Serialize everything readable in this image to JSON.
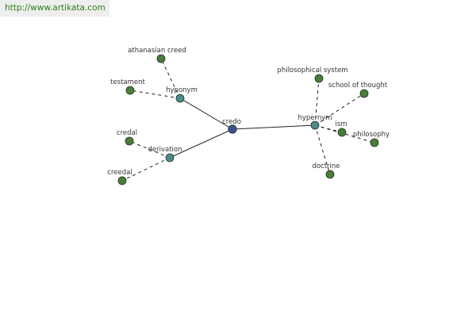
{
  "header": {
    "url": "http://www.artikata.com"
  },
  "colors": {
    "center": "#3f4f8f",
    "relation": "#4d8a8a",
    "leaf": "#4a7d3a",
    "stroke": "#223322",
    "edge": "#222222"
  },
  "graph": {
    "nodes": [
      {
        "id": "credo",
        "label": "credo",
        "kind": "center"
      },
      {
        "id": "hyponym",
        "label": "hyponym",
        "kind": "relation"
      },
      {
        "id": "derivation",
        "label": "derivation",
        "kind": "relation"
      },
      {
        "id": "hypernym",
        "label": "hypernym",
        "kind": "relation"
      },
      {
        "id": "athanasian-creed",
        "label": "athanasian creed",
        "kind": "leaf"
      },
      {
        "id": "testament",
        "label": "testament",
        "kind": "leaf"
      },
      {
        "id": "credal",
        "label": "credal",
        "kind": "leaf"
      },
      {
        "id": "creedal",
        "label": "creedal",
        "kind": "leaf"
      },
      {
        "id": "philosophical-system",
        "label": "philosophical system",
        "kind": "leaf"
      },
      {
        "id": "school-of-thought",
        "label": "school of thought",
        "kind": "leaf"
      },
      {
        "id": "ism",
        "label": "ism",
        "kind": "leaf"
      },
      {
        "id": "philosophy",
        "label": "philosophy",
        "kind": "leaf"
      },
      {
        "id": "doctrine",
        "label": "doctrine",
        "kind": "leaf"
      }
    ],
    "edges": [
      {
        "from": "credo",
        "to": "hyponym",
        "style": "solid"
      },
      {
        "from": "credo",
        "to": "derivation",
        "style": "solid"
      },
      {
        "from": "credo",
        "to": "hypernym",
        "style": "solid"
      },
      {
        "from": "hyponym",
        "to": "athanasian-creed",
        "style": "dashed"
      },
      {
        "from": "hyponym",
        "to": "testament",
        "style": "dashed"
      },
      {
        "from": "derivation",
        "to": "credal",
        "style": "dashed"
      },
      {
        "from": "derivation",
        "to": "creedal",
        "style": "dashed"
      },
      {
        "from": "hypernym",
        "to": "philosophical-system",
        "style": "dashed"
      },
      {
        "from": "hypernym",
        "to": "school-of-thought",
        "style": "dashed"
      },
      {
        "from": "hypernym",
        "to": "ism",
        "style": "dashed"
      },
      {
        "from": "hypernym",
        "to": "philosophy",
        "style": "dashed"
      },
      {
        "from": "hypernym",
        "to": "doctrine",
        "style": "dashed"
      }
    ]
  }
}
